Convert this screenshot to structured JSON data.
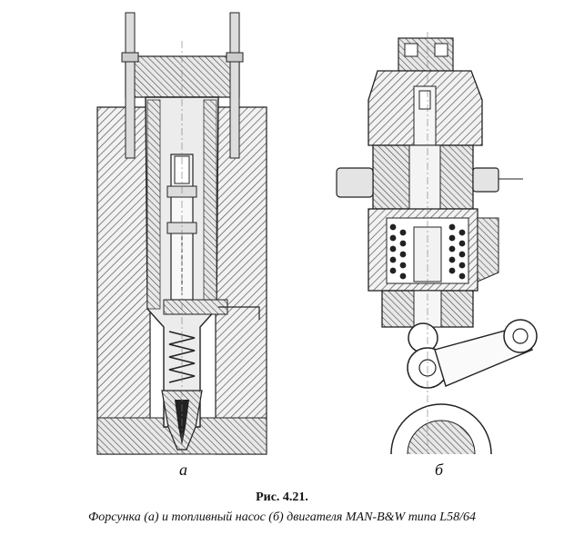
{
  "figure": {
    "label_a": "а",
    "label_b": "б",
    "caption_number": "Рис. 4.21.",
    "caption_text": "Форсунка (а) и топливный насос (б) двигателя MAN-B&W типа L58/64"
  }
}
